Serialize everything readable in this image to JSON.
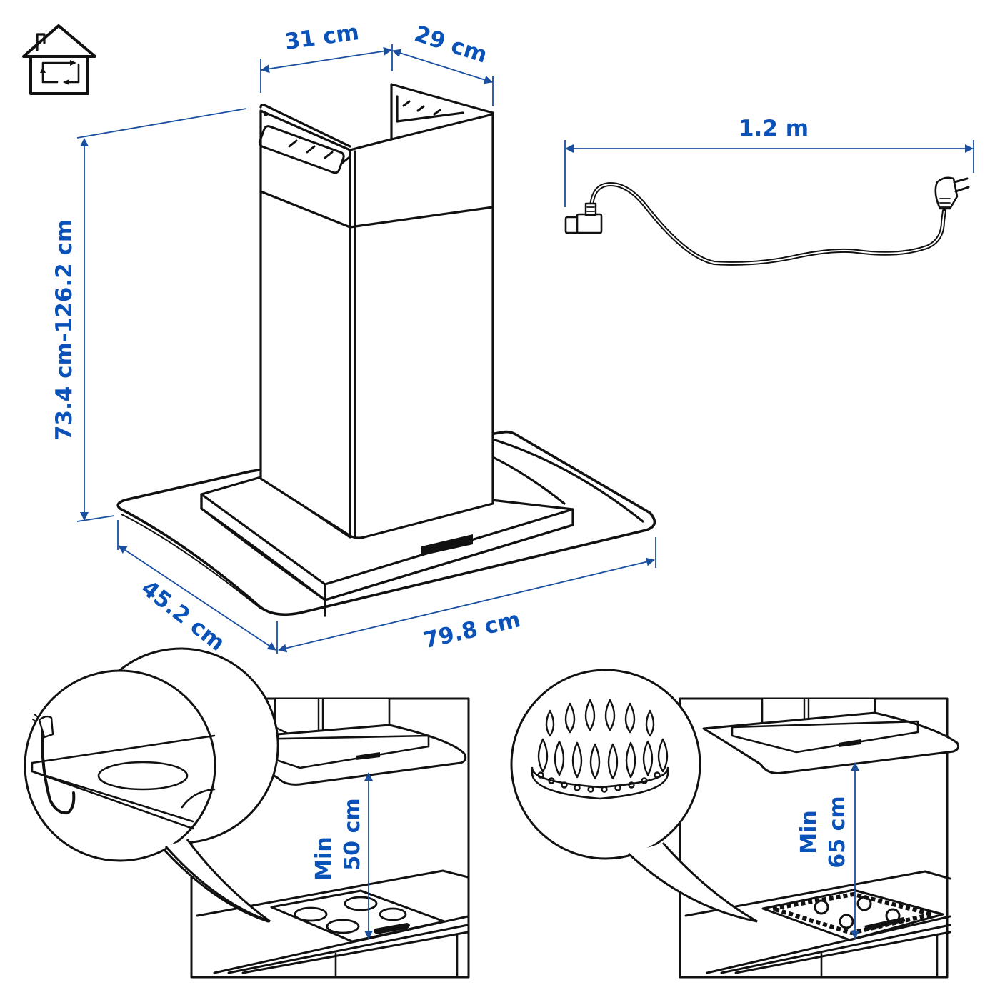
{
  "diagram": {
    "subject": "Cooker hood (wall/island range hood) dimension diagram",
    "accent_color": "#0a52b8",
    "line_color": "#111111",
    "background": "#ffffff",
    "icons": {
      "top_left": "house-recirculation-icon"
    },
    "dimensions": {
      "chimney_width": "31 cm",
      "chimney_depth": "29 cm",
      "height_range": "73.4 cm-126.2 cm",
      "canopy_depth": "45.2 cm",
      "canopy_width": "79.8 cm",
      "cord_length": "1.2 m"
    },
    "panels": [
      {
        "id": "electric-hob",
        "callout_icon": "power-plug-with-cord-icon",
        "label_line1": "Min",
        "label_line2": "50 cm"
      },
      {
        "id": "gas-hob",
        "callout_icon": "gas-burner-flame-icon",
        "label_line1": "Min",
        "label_line2": "65 cm"
      }
    ]
  }
}
